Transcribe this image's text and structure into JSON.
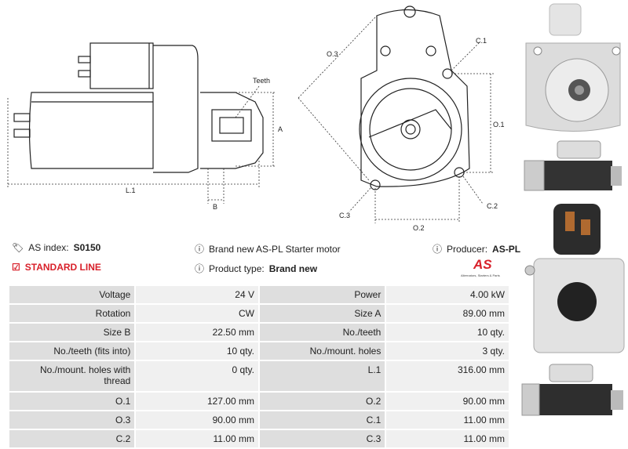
{
  "drawing_labels": {
    "teeth": "Teeth",
    "a": "A",
    "b": "B",
    "l1": "L.1",
    "o1": "O.1",
    "o2": "O.2",
    "o3": "O.3",
    "c1": "C.1",
    "c2": "C.2",
    "c3": "C.3"
  },
  "info": {
    "as_index_label": "AS index:",
    "as_index_value": "S0150",
    "standard_line": "STANDARD LINE",
    "description": "Brand new AS-PL Starter motor",
    "product_type_label": "Product type:",
    "product_type_value": "Brand new",
    "producer_label": "Producer:",
    "producer_value": "AS-PL",
    "logo_text": "AS",
    "logo_tagline": "Alternators, Starters & Parts"
  },
  "specs": [
    {
      "l1": "Voltage",
      "v1": "24 V",
      "l2": "Power",
      "v2": "4.00 kW"
    },
    {
      "l1": "Rotation",
      "v1": "CW",
      "l2": "Size A",
      "v2": "89.00 mm"
    },
    {
      "l1": "Size B",
      "v1": "22.50 mm",
      "l2": "No./teeth",
      "v2": "10 qty."
    },
    {
      "l1": "No./teeth (fits into)",
      "v1": "10 qty.",
      "l2": "No./mount. holes",
      "v2": "3 qty."
    },
    {
      "l1": "No./mount. holes with thread",
      "v1": "0 qty.",
      "l2": "L.1",
      "v2": "316.00 mm"
    },
    {
      "l1": "O.1",
      "v1": "127.00 mm",
      "l2": "O.2",
      "v2": "90.00 mm"
    },
    {
      "l1": "O.3",
      "v1": "90.00 mm",
      "l2": "C.1",
      "v2": "11.00 mm"
    },
    {
      "l1": "C.2",
      "v1": "11.00 mm",
      "l2": "C.3",
      "v2": "11.00 mm"
    }
  ],
  "colors": {
    "accent": "#d8202a",
    "label_bg": "#dedede",
    "value_bg": "#f0f0f0"
  }
}
